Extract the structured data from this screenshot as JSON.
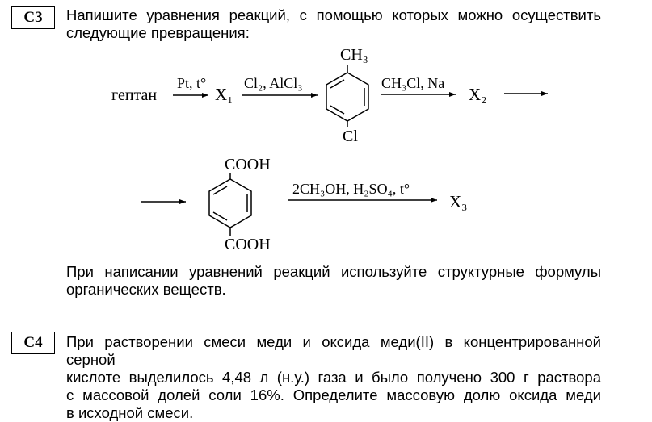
{
  "problems": [
    {
      "id": "C3",
      "task_lines": [
        "Напишите уравнения реакций, с помощью которых можно осуществить",
        "следующие превращения:"
      ],
      "scheme": {
        "start": "гептан",
        "step1_cond": "Pt, t°",
        "x1": "X₁",
        "step2_cond": "Cl₂, AlCl₃",
        "mol1_top": "CH₃",
        "mol1_bottom": "Cl",
        "step3_cond": "CH₃Cl, Na",
        "x2": "X₂",
        "mol2_top": "COOH",
        "mol2_bottom": "COOH",
        "step4_cond": "2CH₃OH, H₂SO₄, t°",
        "x3": "X₃"
      },
      "note_lines": [
        "При написании уравнений реакций используйте структурные формулы",
        "органических веществ."
      ]
    },
    {
      "id": "C4",
      "task_lines": [
        "При растворении смеси меди и оксида меди(II) в концентрированной серной",
        "кислоте выделилось 4,48 л (н.у.) газа и было получено 300 г раствора",
        "с массовой долей соли 16%. Определите массовую долю оксида меди",
        "в исходной смеси."
      ]
    }
  ]
}
